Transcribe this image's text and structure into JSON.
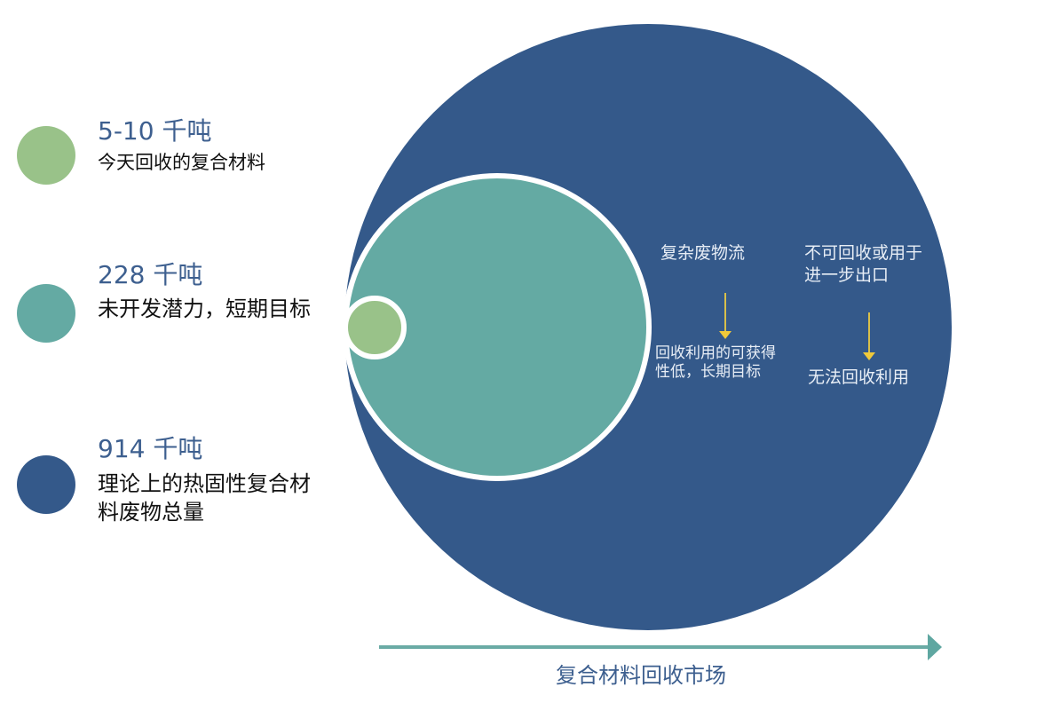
{
  "colors": {
    "dark_blue": "#34598a",
    "teal": "#64aaa3",
    "green": "#99c289",
    "value_text": "#3d5f8f",
    "arrow_yellow": "#f0c93a",
    "axis": "#6aaba5"
  },
  "legend": [
    {
      "value": "5-10 千吨",
      "description": "今天回收的复合材料",
      "color": "#99c289"
    },
    {
      "value": "228 千吨",
      "description": "未开发潜力，短期目标",
      "color": "#64aaa3"
    },
    {
      "value": "914 千吨",
      "description": "理论上的热固性复合材料废物总量",
      "color": "#34598a"
    }
  ],
  "diagram": {
    "flow_left": {
      "top": "复杂废物流",
      "bottom": "回收利用的可获得性低，长期目标"
    },
    "flow_right": {
      "top": "不可回收或用于进一步出口",
      "bottom": "无法回收利用"
    },
    "axis_label": "复合材料回收市场"
  },
  "chart_data": {
    "type": "nested-bubble",
    "title": "",
    "unit": "千吨",
    "series": [
      {
        "name": "今天回收的复合材料",
        "value_label": "5-10 千吨",
        "value_range": [
          5,
          10
        ]
      },
      {
        "name": "未开发潜力，短期目标",
        "value_label": "228 千吨",
        "value": 228
      },
      {
        "name": "理论上的热固性复合材料废物总量",
        "value_label": "914 千吨",
        "value": 914
      }
    ],
    "annotations": [
      {
        "text": "复杂废物流",
        "arrow_to": "回收利用的可获得性低，长期目标"
      },
      {
        "text": "不可回收或用于进一步出口",
        "arrow_to": "无法回收利用"
      }
    ],
    "xlabel": "复合材料回收市场",
    "legend_position": "left"
  }
}
